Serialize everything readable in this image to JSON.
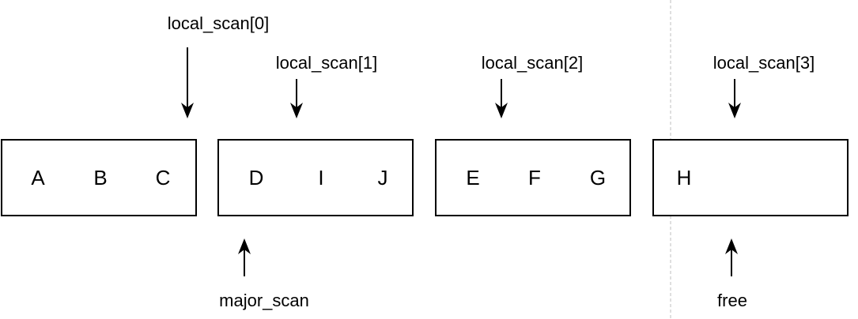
{
  "blocks": [
    {
      "cells": [
        "A",
        "B",
        "C"
      ]
    },
    {
      "cells": [
        "D",
        "I",
        "J"
      ]
    },
    {
      "cells": [
        "E",
        "F",
        "G"
      ]
    },
    {
      "cells": [
        "H"
      ]
    }
  ],
  "pointers": {
    "local_scan_0": "local_scan[0]",
    "local_scan_1": "local_scan[1]",
    "local_scan_2": "local_scan[2]",
    "local_scan_3": "local_scan[3]",
    "major_scan": "major_scan",
    "free": "free"
  },
  "colors": {
    "stroke": "#000000",
    "divider": "#bfbfbf",
    "background": "#ffffff"
  }
}
